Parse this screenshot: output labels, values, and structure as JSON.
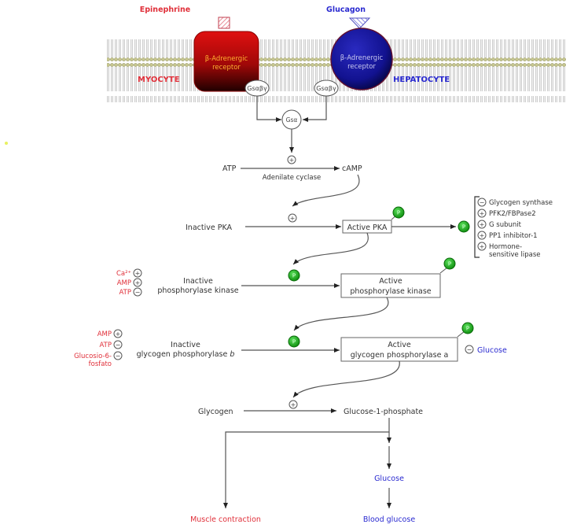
{
  "membrane": {
    "ligands": {
      "left": "Epinephrine",
      "right": "Glucagon"
    },
    "receptors": {
      "left": "β-Adrenergic receptor",
      "right": "β-Adrenergic receptor"
    },
    "receptor_lines": {
      "left": [
        "β-Adrenergic",
        "receptor"
      ],
      "right": [
        "β-Adrenergic",
        "receptor"
      ]
    },
    "cell_types": {
      "left": "MYOCYTE",
      "right": "HEPATOCYTE"
    },
    "g_proteins": {
      "left": "Gsαβγ",
      "right": "Gsαβγ",
      "merged": "Gsα"
    },
    "colors": {
      "myocyte": "#e0303a",
      "hepatocyte": "#2a2ad0",
      "receptor_left": "#d01010",
      "receptor_right": "#1a1a9a"
    }
  },
  "cascade": {
    "camp_step": {
      "substrate": "ATP",
      "product": "cAMP",
      "enzyme": "Adenilate cyclase",
      "effect": "+"
    },
    "pka_step": {
      "substrate": "Inactive PKA",
      "product": "Active PKA",
      "effect": "+"
    },
    "pka_targets": [
      {
        "effect": "−",
        "label": "Glycogen synthase"
      },
      {
        "effect": "+",
        "label": "PFK2/FBPase2"
      },
      {
        "effect": "+",
        "label": "G subunit"
      },
      {
        "effect": "+",
        "label": "PP1 inhibitor-1"
      },
      {
        "effect": "+",
        "label": "Hormone-sensitive lipase",
        "lines": [
          "Hormone-",
          "sensitive lipase"
        ]
      }
    ],
    "phk_step": {
      "substrate_lines": [
        "Inactive",
        "phosphorylase kinase"
      ],
      "product_lines": [
        "Active",
        "phosphorylase kinase"
      ],
      "regulators": [
        {
          "label": "Ca²⁺",
          "effect": "+"
        },
        {
          "label": "AMP",
          "effect": "+"
        },
        {
          "label": "ATP",
          "effect": "−"
        }
      ]
    },
    "gp_step": {
      "substrate_lines": [
        "Inactive",
        "glycogen phosphorylase b"
      ],
      "product_lines": [
        "Active",
        "glycogen phosphorylase a"
      ],
      "regulators": [
        {
          "label": "AMP",
          "effect": "+"
        },
        {
          "label": "ATP",
          "effect": "−"
        },
        {
          "label": "Glucosio-6-fosfato",
          "lines": [
            "Glucosio-6-",
            "fosfato"
          ],
          "effect": "−"
        }
      ],
      "product_inhibitor": {
        "label": "Glucose",
        "effect": "−"
      }
    },
    "glycogen_step": {
      "substrate": "Glycogen",
      "product": "Glucose-1-phosphate",
      "effect": "+"
    },
    "outcomes": {
      "muscle": "Muscle contraction",
      "glucose": "Glucose",
      "blood": "Blood glucose"
    },
    "phospho_label": "P"
  }
}
